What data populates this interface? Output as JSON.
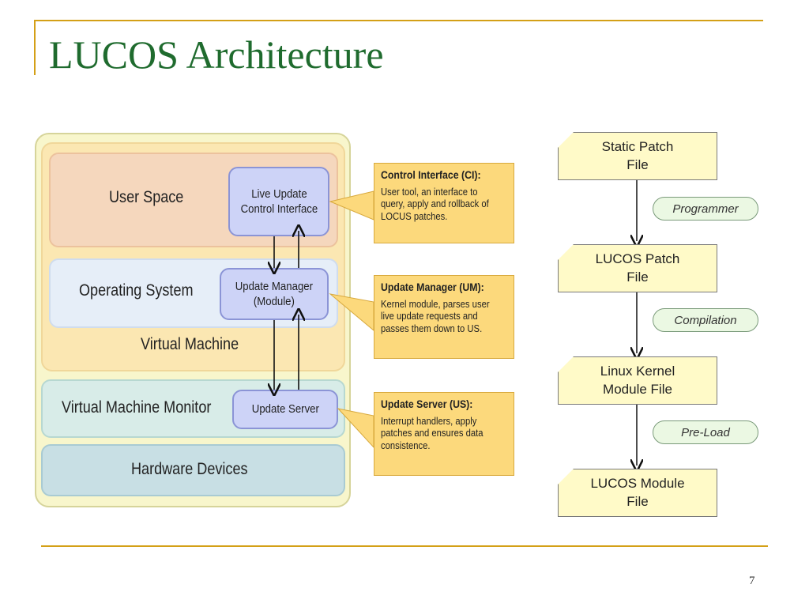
{
  "slide": {
    "title": "LUCOS Architecture",
    "page_number": "7"
  },
  "architecture": {
    "layers": {
      "user_space": "User Space",
      "operating_system": "Operating System",
      "virtual_machine": "Virtual Machine",
      "vmm": "Virtual Machine Monitor",
      "hardware": "Hardware Devices"
    },
    "components": {
      "live_update_ci": "Live Update\nControl Interface",
      "update_manager": "Update Manager\n(Module)",
      "update_server": "Update Server"
    },
    "callouts": [
      {
        "heading": "Control Interface (CI):",
        "body": "User tool, an interface to\nquery, apply and rollback of\nLOCUS patches."
      },
      {
        "heading": "Update Manager (UM):",
        "body": "Kernel module, parses user\nlive update requests and\npasses them down to US."
      },
      {
        "heading": "Update Server (US):",
        "body": "Interrupt handlers, apply\npatches and ensures data\nconsistence."
      }
    ]
  },
  "flow": {
    "files": [
      "Static Patch\nFile",
      "LUCOS Patch\nFile",
      "Linux Kernel\nModule File",
      "LUCOS Module\nFile"
    ],
    "steps": [
      "Programmer",
      "Compilation",
      "Pre-Load"
    ]
  }
}
